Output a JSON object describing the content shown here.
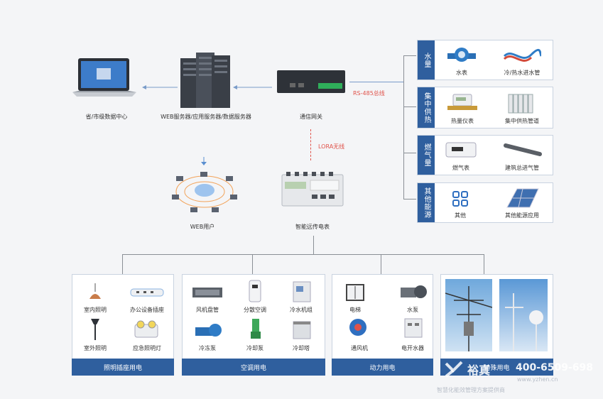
{
  "top": {
    "center": "省/市级数据中心",
    "servers": "WEB服务器/应用服务器/数据服务器",
    "gateway": "通信网关",
    "rs485": "RS-485总线",
    "lora": "LORA无线",
    "web_user": "WEB用户",
    "meter": "智能远传电表"
  },
  "panels": [
    {
      "tab": "水量",
      "items": [
        "水表",
        "冷/热水进水管"
      ]
    },
    {
      "tab": "集中供热",
      "items": [
        "热量仪表",
        "集中供热管道"
      ]
    },
    {
      "tab": "燃气量",
      "items": [
        "燃气表",
        "建筑总进气管"
      ]
    },
    {
      "tab": "其他能源",
      "items": [
        "其他",
        "其他能源应用"
      ]
    }
  ],
  "groups": [
    {
      "footer": "照明插座用电",
      "items": [
        "室内照明",
        "办公设备插座",
        "室外照明",
        "应急照明灯"
      ]
    },
    {
      "footer": "空调用电",
      "items": [
        "风机盘管",
        "分散空调",
        "冷水机组",
        "冷冻泵",
        "冷却泵",
        "冷却塔"
      ]
    },
    {
      "footer": "动力用电",
      "items": [
        "电梯",
        "水泵",
        "通风机",
        "电开水器"
      ]
    },
    {
      "footer": "特殊用电",
      "items": []
    }
  ],
  "brand": {
    "name": "裕真",
    "phone": "400-6509-698",
    "site": "www.yzhen.cn",
    "slogan": "智慧化能效管理方案提供商"
  },
  "colors": {
    "primary": "#2f5f9e",
    "accent": "#e0524a"
  }
}
